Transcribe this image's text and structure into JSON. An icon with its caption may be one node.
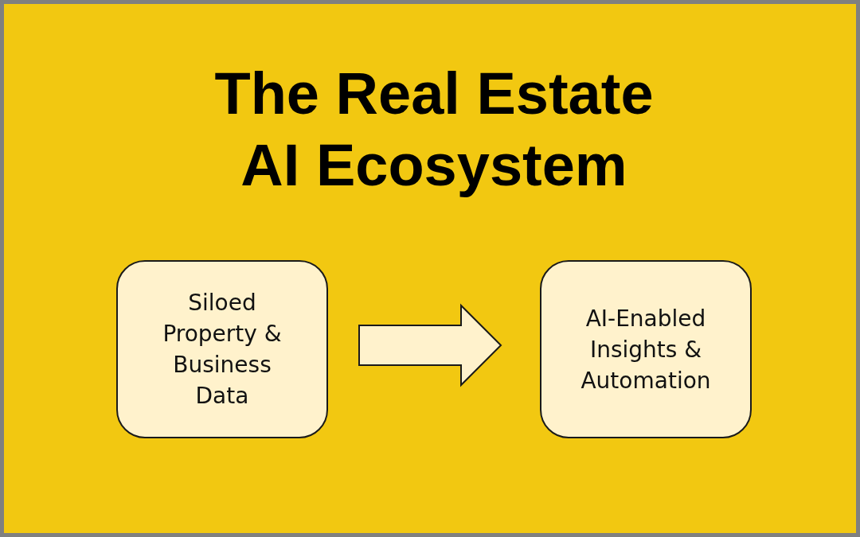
{
  "diagram": {
    "title": "The Real Estate AI Ecosystem",
    "nodes": [
      {
        "text": [
          "Siloed Property & Business Data"
        ]
      },
      {
        "text": [
          "AI-Enabled Insights & Automation"
        ]
      }
    ],
    "edges": [
      {
        "from": 0,
        "to": 1,
        "arrow": "to",
        "style": "thick"
      }
    ]
  }
}
